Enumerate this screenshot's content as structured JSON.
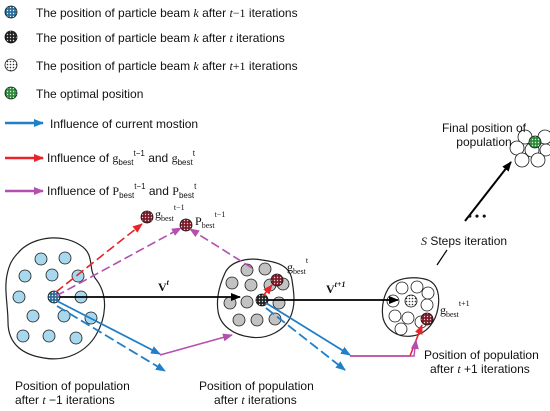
{
  "legend": {
    "items": [
      {
        "label_pre": "The position of particle beam ",
        "var": "k",
        "label_mid": " after ",
        "iter": "t",
        "op": "−1",
        "label_post": " iterations"
      },
      {
        "label_pre": "The position of particle beam ",
        "var": "k",
        "label_mid": " after ",
        "iter": "t",
        "op": "",
        "label_post": " iterations"
      },
      {
        "label_pre": "The position of particle beam ",
        "var": "k",
        "label_mid": " after ",
        "iter": "t",
        "op": "+1",
        "label_post": " iterations"
      },
      {
        "label_pre": "The optimal position",
        "var": "",
        "label_mid": "",
        "iter": "",
        "op": "",
        "label_post": ""
      }
    ],
    "arrows": [
      {
        "label": "Influence of current mostion",
        "color": "#1f7fc8"
      },
      {
        "label_pre": "Influence of ",
        "a": "g",
        "a_sub": "best",
        "a_sup": "t−1",
        "and": " and ",
        "b": "g",
        "b_sub": "best",
        "b_sup": "t",
        "color": "#e8232a"
      },
      {
        "label_pre": "Influence of ",
        "a": "P",
        "a_sub": "best",
        "a_sup": "t−1",
        "and": " and ",
        "b": "P",
        "b_sub": "best",
        "b_sup": "t",
        "color": "#b34fb0"
      }
    ]
  },
  "labels": {
    "vt": "V",
    "vt_sup": "t",
    "vt1": "V",
    "vt1_sup": "t+1",
    "gbest_prev": "g",
    "gbest_prev_sub": "best",
    "gbest_prev_sup": "t−1",
    "pbest_prev": "P",
    "pbest_prev_sub": "best",
    "pbest_prev_sup": "t−1",
    "gbest_t": "g",
    "gbest_t_sub": "best",
    "gbest_t_sup": "t",
    "gbest_t1": "g",
    "gbest_t1_sub": "best",
    "gbest_t1_sup": "t+1",
    "dots": "• • •",
    "steps_s": "S",
    "steps_text": " Steps iteration",
    "final_line1": "Final position of",
    "final_line2": "population",
    "pop_prev_line1": "Position of population",
    "pop_prev_line2_pre": "after ",
    "pop_prev_line2_var": "t",
    "pop_prev_line2_post": " −1 iterations",
    "pop_t_line1": "Position of population",
    "pop_t_line2_pre": "after ",
    "pop_t_line2_var": "t",
    "pop_t_line2_post": " iterations",
    "pop_t1_line1": "Position of population",
    "pop_t1_line2_pre": "after ",
    "pop_t1_line2_var": "t",
    "pop_t1_line2_post": " +1 iterations"
  },
  "colors": {
    "blue": "#1f7fc8",
    "red": "#e8232a",
    "purple": "#b34fb0",
    "light_blue_particle": "#a8d8ee",
    "gray_particle": "#c2c2c2",
    "optimal": "#3aa64a"
  }
}
